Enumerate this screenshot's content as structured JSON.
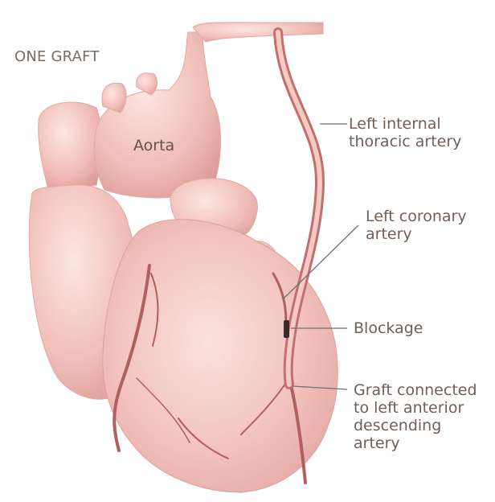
{
  "title": "ONE GRAFT",
  "labels": {
    "aorta": "Aorta",
    "left_internal_thoracic_artery": [
      "Left internal",
      "thoracic artery"
    ],
    "left_coronary_artery": [
      "Left coronary",
      "artery"
    ],
    "blockage": "Blockage",
    "graft": [
      "Graft connected",
      "to left anterior",
      "descending",
      "artery"
    ]
  },
  "colors": {
    "heart_base": "#f2c1bd",
    "heart_shadow": "#d98f8d",
    "vessel": "#b1605e",
    "blockage": "#3b2a2a",
    "leader_line": "#6f6f6f",
    "label_text": "#6f5f58"
  }
}
